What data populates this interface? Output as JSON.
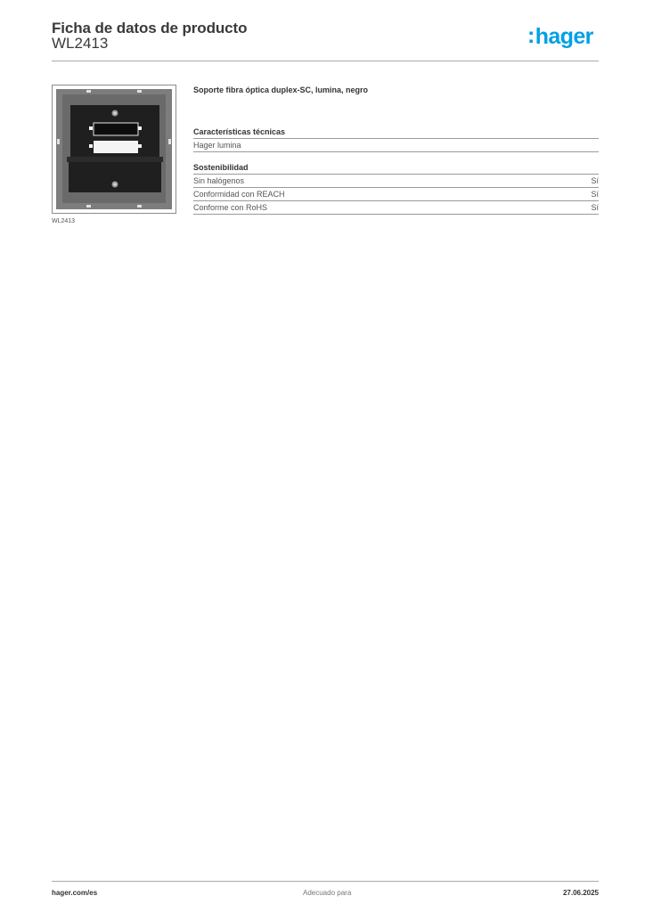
{
  "header": {
    "title": "Ficha de datos de producto",
    "subtitle": "WL2413",
    "logo": ":hager",
    "logo_color": "#00a0e4"
  },
  "product": {
    "image_caption": "WL2413",
    "description": "Soporte fibra óptica duplex-SC, lumina, negro"
  },
  "sections": [
    {
      "heading": "Características técnicas",
      "rows": [
        {
          "label": "Hager lumina",
          "value": ""
        }
      ]
    },
    {
      "heading": "Sostenibilidad",
      "rows": [
        {
          "label": "Sin halógenos",
          "value": "Sí"
        },
        {
          "label": "Conformidad con REACH",
          "value": "Sí"
        },
        {
          "label": "Conforme con RoHS",
          "value": "Sí"
        }
      ]
    }
  ],
  "footer": {
    "website": "hager.com/es",
    "center_text": "Adecuado para",
    "date": "27.06.2025"
  }
}
